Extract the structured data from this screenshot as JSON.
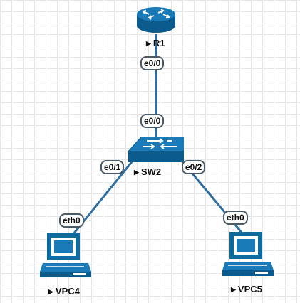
{
  "topology": {
    "nodes": {
      "r1": {
        "name": "R1",
        "icon": "router-icon"
      },
      "sw2": {
        "name": "SW2",
        "icon": "switch-icon"
      },
      "vpc4": {
        "name": "VPC4",
        "icon": "computer-icon"
      },
      "vpc5": {
        "name": "VPC5",
        "icon": "computer-icon"
      }
    },
    "links": [
      {
        "id": "r1-sw2",
        "a_port": "e0/0",
        "b_port": "e0/0"
      },
      {
        "id": "sw2-vpc4",
        "a_port": "e0/1",
        "b_port": "eth0"
      },
      {
        "id": "sw2-vpc5",
        "a_port": "e0/2",
        "b_port": "eth0"
      }
    ]
  },
  "colors": {
    "link": "#2e6e9e",
    "device": "#0f6a9e",
    "port_border": "#4b5a66",
    "grid": "#e6e6e6"
  }
}
